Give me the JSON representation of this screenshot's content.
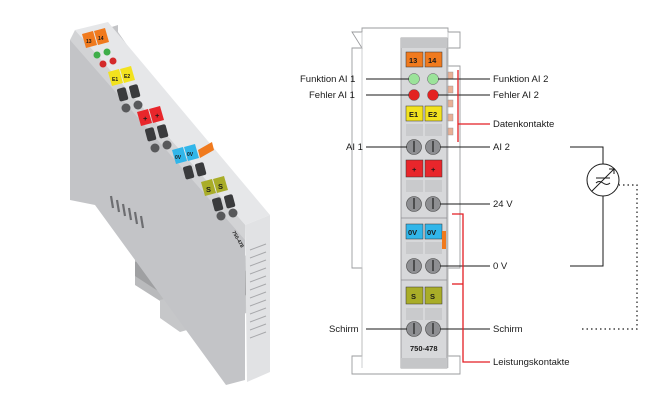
{
  "photo": {
    "top_tags": [
      "13",
      "14"
    ],
    "err_tags": [
      "E1",
      "E2"
    ],
    "pot_tags": [
      "+",
      "+"
    ],
    "zero_tags": [
      "0V",
      "0V"
    ],
    "shield_tags": [
      "S",
      "S"
    ],
    "side_print": "750-478"
  },
  "diagram": {
    "module_label": "750-478",
    "tags": {
      "top": [
        "13",
        "14"
      ],
      "err": [
        "E1",
        "E2"
      ],
      "pot": [
        "+",
        "+"
      ],
      "zero": [
        "0V",
        "0V"
      ],
      "shield": [
        "S",
        "S"
      ]
    },
    "labels": {
      "funktion_ai1": "Funktion AI 1",
      "fehler_ai1": "Fehler AI 1",
      "ai1": "AI 1",
      "schirm_left": "Schirm",
      "funktion_ai2": "Funktion AI 2",
      "fehler_ai2": "Fehler AI 2",
      "datenkontakte": "Datenkontakte",
      "ai2": "AI 2",
      "v24": "24 V",
      "v0": "0 V",
      "schirm_right": "Schirm",
      "leistungskontakte": "Leistungskontakte"
    }
  },
  "colors": {
    "orange": "#f07a1e",
    "green_led": "#9be39a",
    "red_led": "#e32222",
    "yellow": "#f2e21e",
    "red_block": "#e8262b",
    "blue": "#31b6ea",
    "olive": "#a9ad28",
    "bracket_red": "#e31e24",
    "housing": "#d7d8da"
  }
}
